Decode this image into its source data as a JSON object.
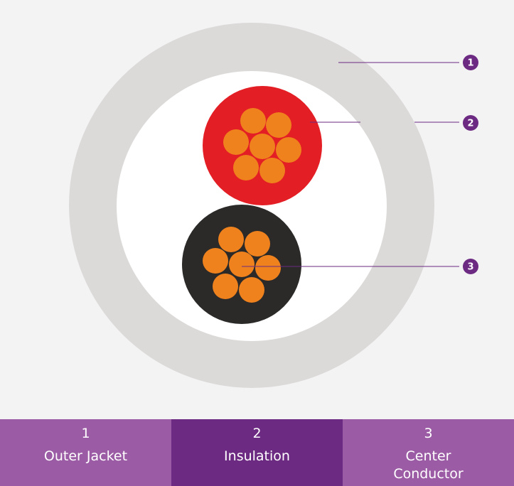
{
  "colors": {
    "background": "#f4f3f4",
    "outer_jacket": "#dcdad9",
    "filler": "#ffffff",
    "insulation_red": "#e31e24",
    "insulation_black": "#2b2a29",
    "conductor_strand": "#f0821e",
    "callout": "#6d2a82",
    "legend_light": "#9b5ca5",
    "legend_dark": "#6d2a82"
  },
  "callouts": [
    {
      "number": "1"
    },
    {
      "number": "2"
    },
    {
      "number": "3"
    }
  ],
  "legend": [
    {
      "number": "1",
      "label": "Outer Jacket"
    },
    {
      "number": "2",
      "label": "Insulation"
    },
    {
      "number": "3",
      "label": "Center Conductor"
    }
  ]
}
